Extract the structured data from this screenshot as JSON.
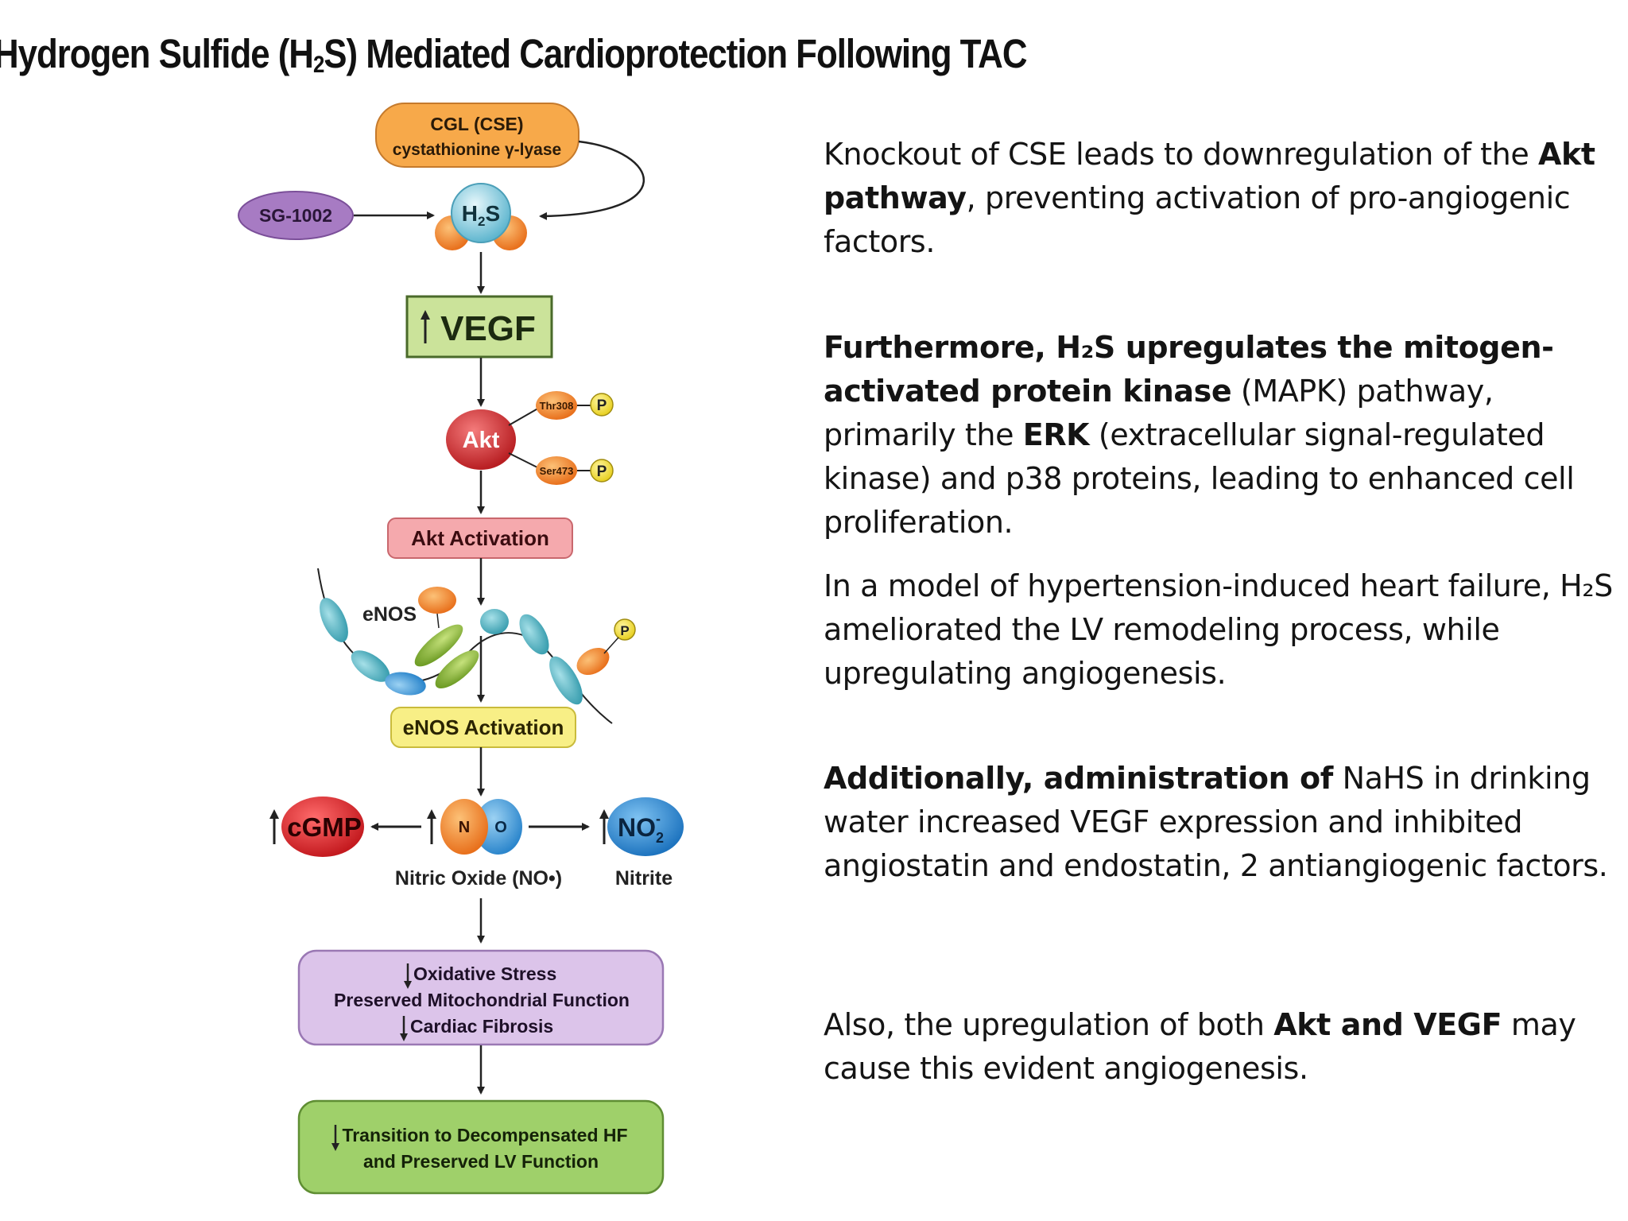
{
  "title": {
    "pre": "Hydrogen Sulfide (H",
    "sub": "2",
    "post": "S) Mediated Cardioprotection Following TAC"
  },
  "diagram": {
    "cgl_line1": "CGL (CSE)",
    "cgl_line2": "cystathionine γ-lyase",
    "sg1002": "SG-1002",
    "h2s_h": "H",
    "h2s_sub": "2",
    "h2s_s": "S",
    "vegf": "VEGF",
    "akt": "Akt",
    "thr": "Thr308",
    "ser": "Ser473",
    "phospho": "P",
    "akt_activation": "Akt Activation",
    "enos": "eNOS",
    "enos_activation": "eNOS Activation",
    "cgmp": "cGMP",
    "no_n": "N",
    "no_o": "O",
    "no2": "NO",
    "no2_sub": "2",
    "no2_sup": "-",
    "nitric_oxide": "Nitric Oxide (NO•)",
    "nitrite": "Nitrite",
    "outcome1_line1": "Oxidative Stress",
    "outcome1_line2": "Preserved Mitochondrial Function",
    "outcome1_line3": "Cardiac Fibrosis",
    "outcome2_line1": "Transition to Decompensated HF",
    "outcome2_line2": "and Preserved LV Function",
    "colors": {
      "cgl": "#f7a94a",
      "sg1002": "#a77bc3",
      "h2s": "#8fd4e4",
      "vegf": "#cbe39a",
      "akt": "#d23a3a",
      "akt_activation": "#f5a9ad",
      "enos_activation": "#f8ef86",
      "cgmp": "#d8262c",
      "no2": "#2f8fd8",
      "outcome1": "#dcc4ea",
      "outcome2": "#9fd06a"
    }
  },
  "paragraphs": {
    "p1": {
      "t1": "Knockout of CSE leads to downregulation of the ",
      "b1": "Akt pathway",
      "t2": ", preventing activation of pro-angiogenic factors."
    },
    "p2": {
      "b1": "Furthermore, H₂S upregulates the mitogen-activated protein kinase",
      "t1": " (MAPK) pathway, primarily the ",
      "b2": "ERK",
      "t2": " (extracellular signal-regulated kinase) and p38 proteins, leading to enhanced cell proliferation."
    },
    "p3": {
      "t1": " In a model of hypertension-induced heart failure, H₂S ameliorated the LV remodeling process, while upregulating angiogenesis."
    },
    "p4": {
      "b1": " Additionally, administration of",
      "t1": " NaHS in drinking water increased VEGF expression and inhibited angiostatin and endostatin, 2 antiangiogenic factors."
    },
    "p5": {
      "t1": "Also, the upregulation of both ",
      "b1": "Akt and VEGF",
      "t2": " may cause this evident angiogenesis."
    }
  }
}
